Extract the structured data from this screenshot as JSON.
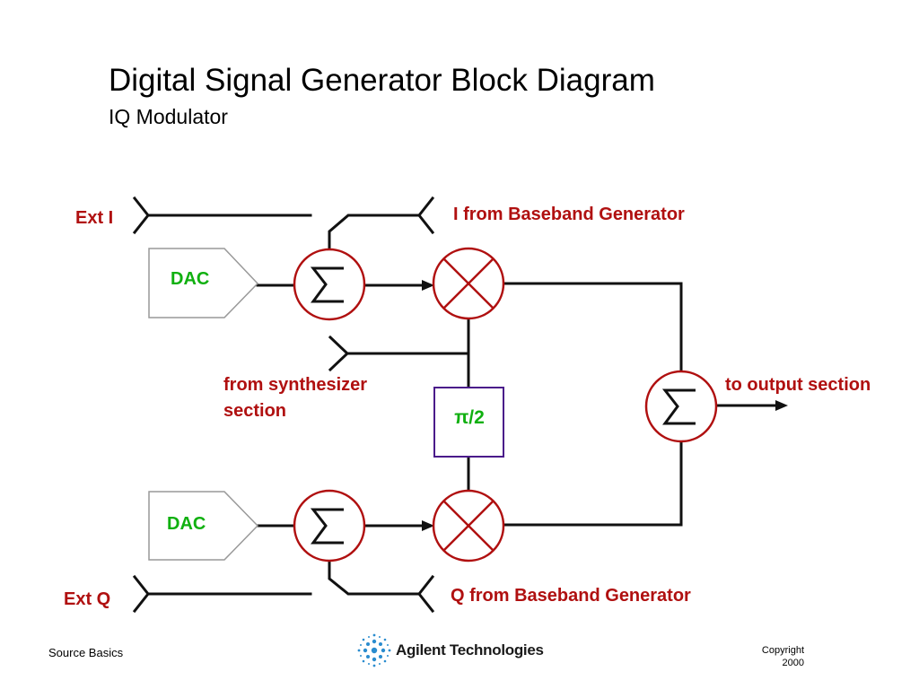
{
  "title": "Digital Signal Generator Block Diagram",
  "subtitle": "IQ Modulator",
  "labels": {
    "ext_i": "Ext I",
    "ext_q": "Ext Q",
    "i_from_baseband": "I from Baseband Generator",
    "q_from_baseband": "Q from Baseband Generator",
    "from_synth_line1": "from synthesizer",
    "from_synth_line2": "section",
    "to_output": "to output section",
    "dac_top": "DAC",
    "dac_bottom": "DAC",
    "phase_shift": "π/2"
  },
  "footer": {
    "left": "Source Basics",
    "logo_text": "Agilent Technologies",
    "copyright_line1": "Copyright",
    "copyright_line2": "2000"
  },
  "colors": {
    "label_red": "#b01010",
    "dac_green": "#10b010",
    "circle_outline": "#b01010",
    "phase_box_outline": "#4a1a8a",
    "line": "#111111"
  }
}
